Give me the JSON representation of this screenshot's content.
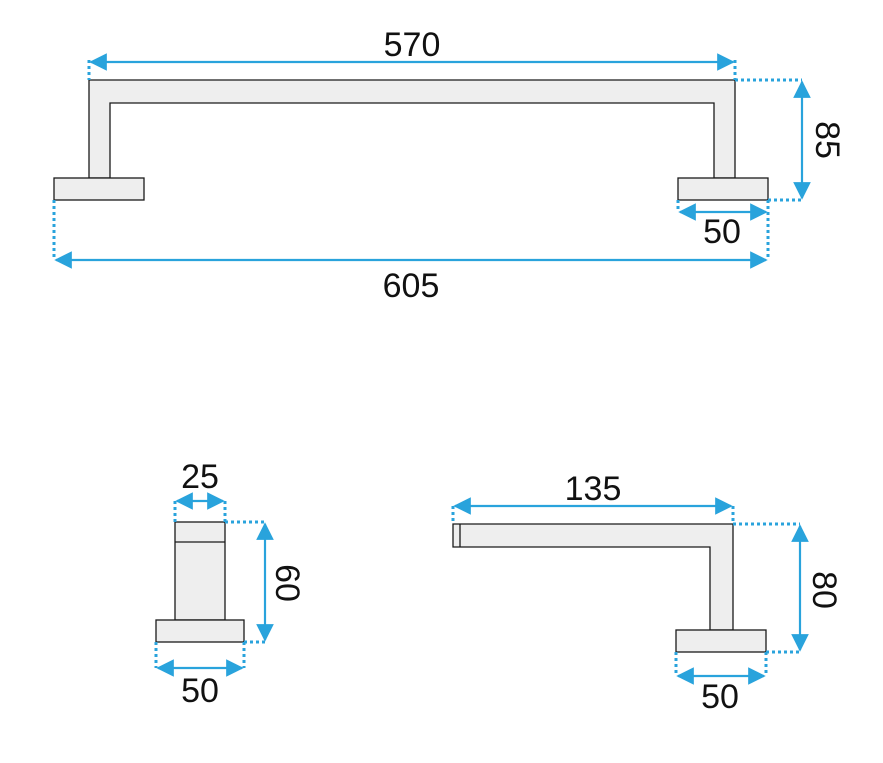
{
  "diagram": {
    "top_view": {
      "width_inner": "570",
      "width_total": "605",
      "projection": "85",
      "base_width": "50"
    },
    "side_view": {
      "bar_width": "25",
      "height": "60",
      "base_width": "50"
    },
    "end_view": {
      "arm_length": "135",
      "projection": "80",
      "base_width": "50"
    },
    "colors": {
      "dimension": "#29a3dc",
      "outline": "#1a1a1a",
      "fill": "#eeeeee"
    }
  }
}
